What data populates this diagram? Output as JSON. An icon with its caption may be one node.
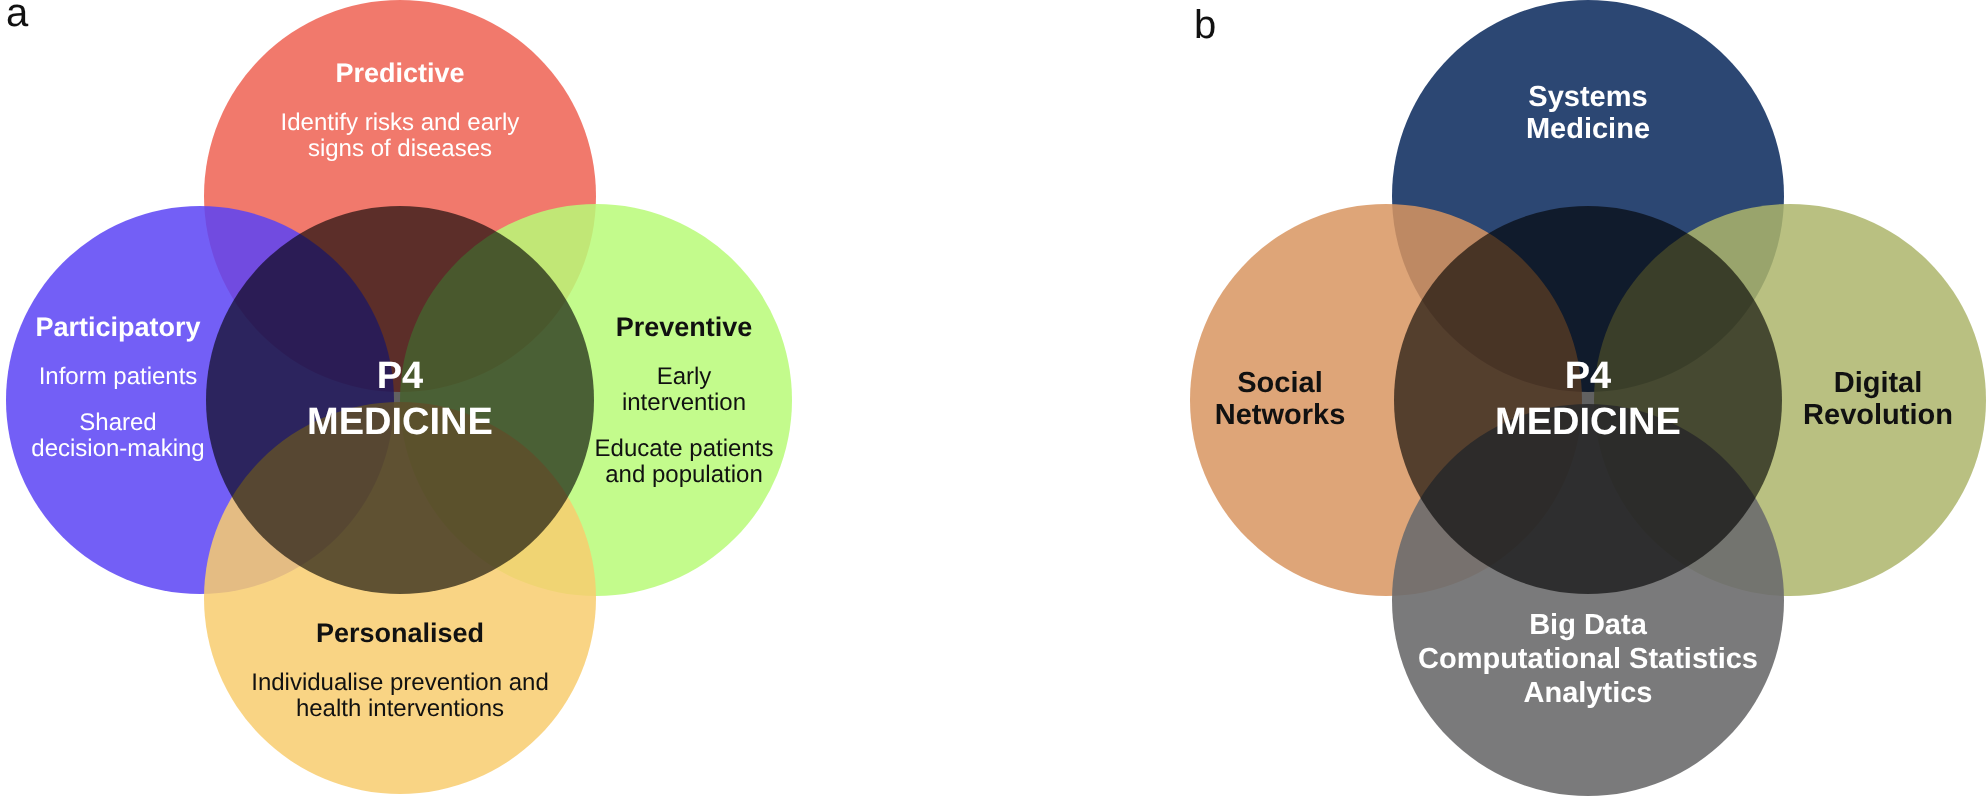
{
  "diagram": {
    "nodes": [
      {
        "text": [
          "Predictive",
          "Identify risks and early signs of diseases"
        ]
      },
      {
        "text": [
          "Participatory",
          "Inform patients",
          "Shared decision-making"
        ]
      },
      {
        "text": [
          "P4 MEDICINE"
        ]
      },
      {
        "text": [
          "Preventive",
          "Early intervention",
          "Educate patients and population"
        ]
      },
      {
        "text": [
          "Personalised",
          "Individualise prevention and health interventions"
        ]
      },
      {
        "text": [
          "Systems Medicine"
        ]
      },
      {
        "text": [
          "Social Networks"
        ]
      },
      {
        "text": [
          "P4 MEDICINE"
        ]
      },
      {
        "text": [
          "Digital Revolution"
        ]
      },
      {
        "text": [
          "Big Data",
          "Computational Statistics",
          "Analytics"
        ]
      }
    ],
    "labels": [
      "a",
      "b"
    ]
  }
}
